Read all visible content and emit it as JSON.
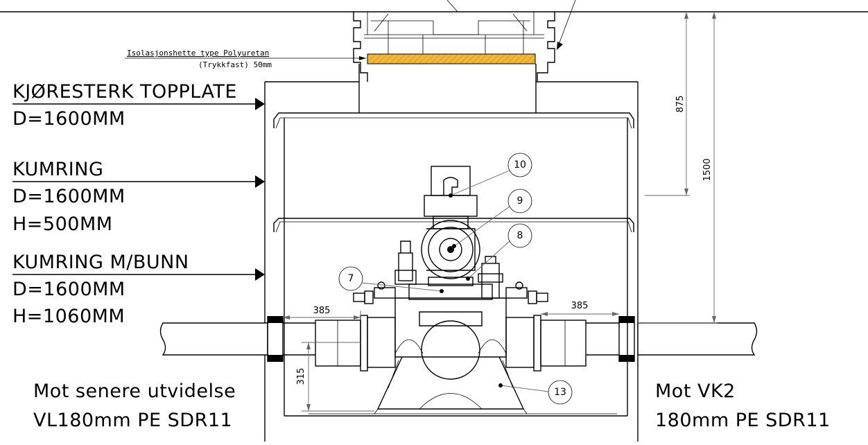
{
  "labels": {
    "insulation_line1": "Isolasjonshette type Polyuretan",
    "insulation_line2": "(Trykkfast) 50mm",
    "top_plate_title": "KJØRESTERK TOPPLATE",
    "top_plate_d": "D=1600MM",
    "ring_title": "KUMRING",
    "ring_d": "D=1600MM",
    "ring_h": "H=500MM",
    "ring_bottom_title": "KUMRING M/BUNN",
    "ring_bottom_d": "D=1600MM",
    "ring_bottom_h": "H=1060MM",
    "left_pipe_line1": "Mot senere utvidelse",
    "left_pipe_line2": "VL180mm PE SDR11",
    "right_pipe_line1": "Mot VK2",
    "right_pipe_line2": "180mm PE SDR11"
  },
  "dimensions": {
    "left_385": "385",
    "right_385": "385",
    "d_315": "315",
    "d_875": "875",
    "d_1500": "1500"
  },
  "callouts": [
    "10",
    "9",
    "8",
    "7",
    "13"
  ],
  "colors": {
    "insulation": "#f0b73c",
    "line": "#000000",
    "dim_line": "#666666"
  }
}
